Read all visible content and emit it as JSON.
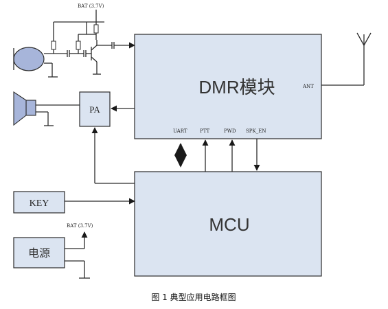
{
  "diagram": {
    "blocks": {
      "dmr": "DMR模块",
      "mcu": "MCU",
      "pa": "PA",
      "key": "KEY",
      "power": "电源"
    },
    "signals": {
      "uart": "UART",
      "ptt": "PTT",
      "pwd": "PWD",
      "spk_en": "SPK_EN",
      "ant": "ANT"
    },
    "bat_top": "BAT (3.7V)",
    "bat_power": "BAT (3.7V)",
    "caption": "图 1 典型应用电路框图",
    "colors": {
      "block_fill": "#dbe4f1",
      "line": "#2b2b2b"
    }
  }
}
